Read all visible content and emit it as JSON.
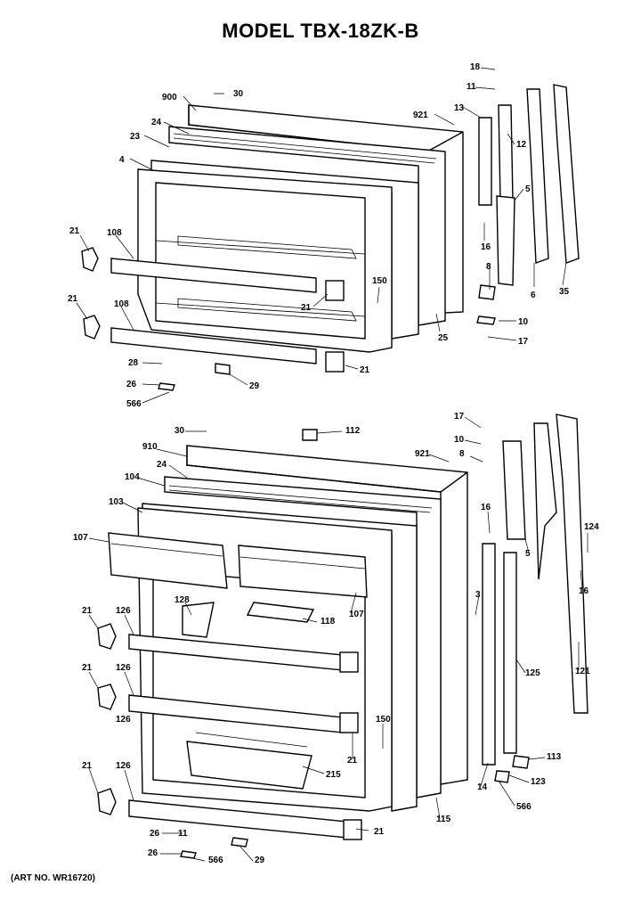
{
  "title": "MODEL TBX-18ZK-B",
  "art_number": "(ART NO. WR16720)",
  "upper_door_labels": [
    "18",
    "11",
    "900",
    "30",
    "921",
    "13",
    "24",
    "12",
    "23",
    "4",
    "5",
    "21",
    "108",
    "16",
    "150",
    "8",
    "21",
    "6",
    "35",
    "108",
    "21",
    "10",
    "25",
    "17",
    "28",
    "21",
    "26",
    "29",
    "566"
  ],
  "lower_door_labels": [
    "17",
    "30",
    "112",
    "10",
    "910",
    "921",
    "8",
    "24",
    "104",
    "103",
    "16",
    "124",
    "107",
    "5",
    "16",
    "128",
    "3",
    "21",
    "126",
    "118",
    "107",
    "126",
    "125",
    "121",
    "21",
    "126",
    "150",
    "21",
    "215",
    "113",
    "123",
    "566",
    "21",
    "126",
    "14",
    "115",
    "26",
    "11",
    "21",
    "26",
    "566",
    "29"
  ]
}
